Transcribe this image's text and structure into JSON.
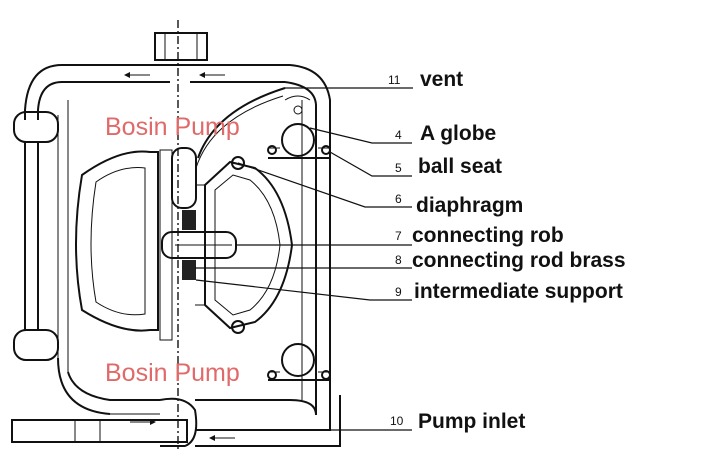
{
  "watermark": {
    "text_top": "Bosin Pump",
    "text_bottom": "Bosin Pump",
    "color": "#e06a6a"
  },
  "callouts": [
    {
      "number": "11",
      "label": "vent"
    },
    {
      "number": "4",
      "label": "A globe"
    },
    {
      "number": "5",
      "label": "ball seat"
    },
    {
      "number": "6",
      "label": "diaphragm"
    },
    {
      "number": "7",
      "label": "connecting rob"
    },
    {
      "number": "8",
      "label": "connecting rod brass"
    },
    {
      "number": "9",
      "label": "intermediate support"
    },
    {
      "number": "10",
      "label": "Pump inlet"
    }
  ]
}
